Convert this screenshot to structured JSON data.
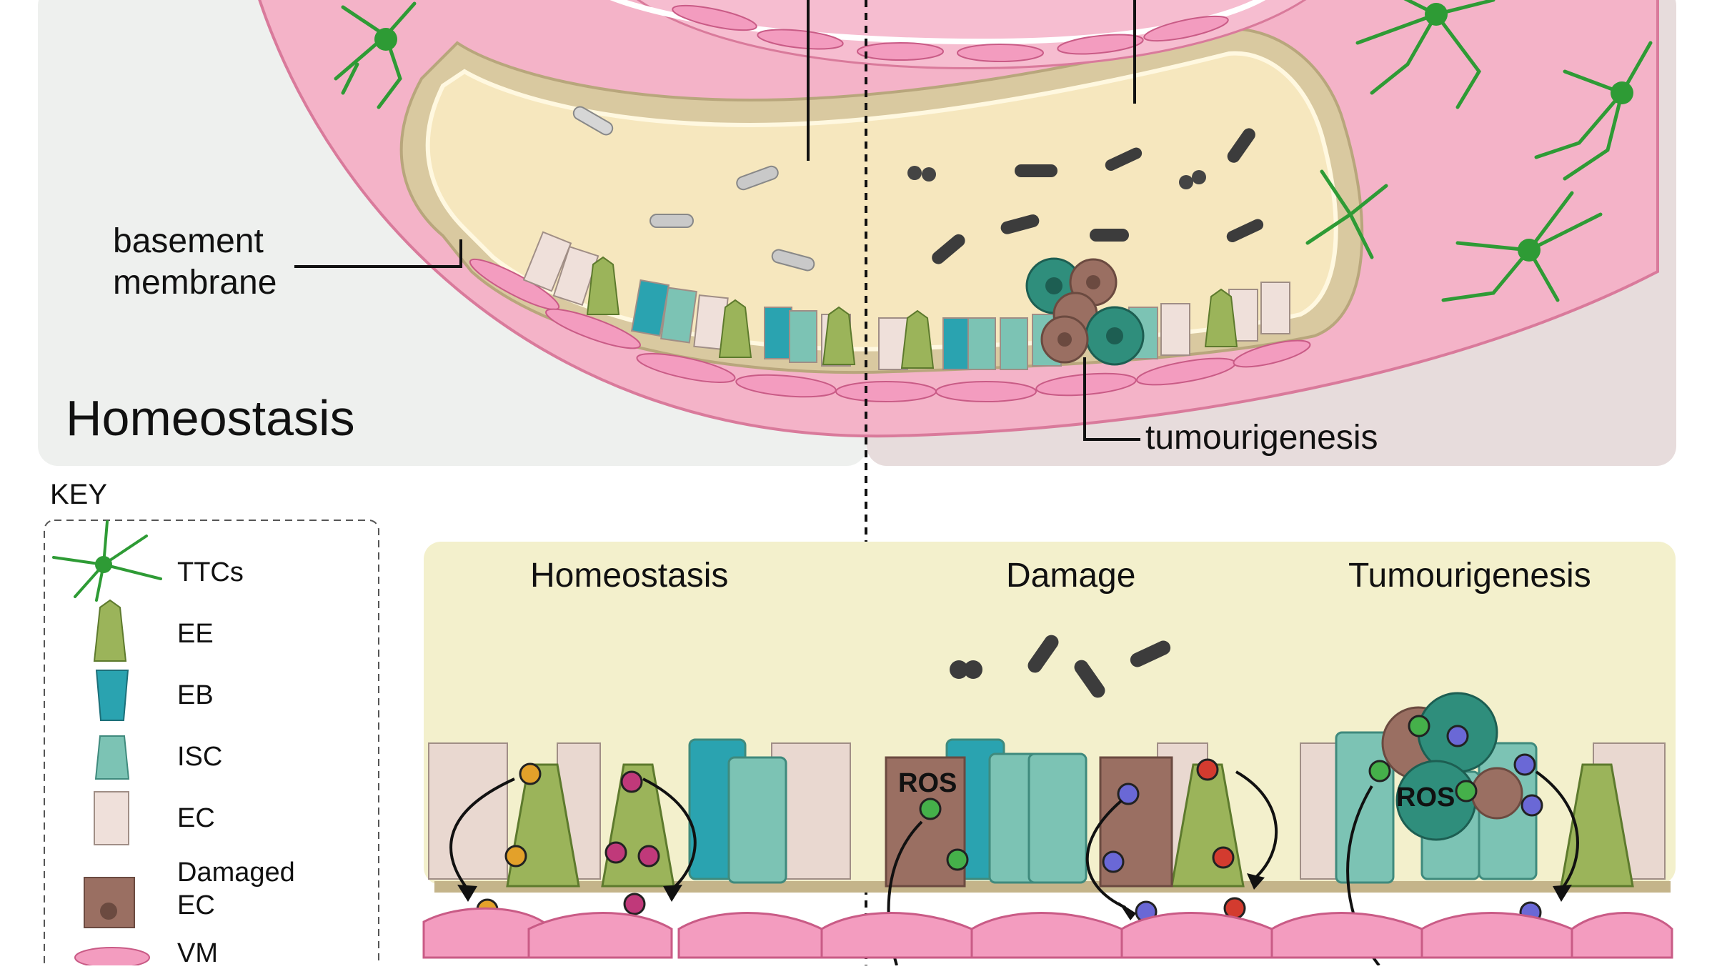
{
  "labels": {
    "basement_membrane_line1": "basement",
    "basement_membrane_line2": "membrane",
    "homeostasis_main": "Homeostasis",
    "tumourigenesis_callout": "tumourigenesis",
    "panel_homeostasis": "Homeostasis",
    "panel_damage": "Damage",
    "panel_tumourigenesis": "Tumourigenesis",
    "ros_damage": "ROS",
    "ros_tumour": "ROS"
  },
  "key": {
    "title": "KEY",
    "items": [
      {
        "label": "TTCs",
        "icon": "ttc-neuron-icon"
      },
      {
        "label": "EE",
        "icon": "enteroendocrine-cell-icon"
      },
      {
        "label": "EB",
        "icon": "enteroblast-cell-icon"
      },
      {
        "label": "ISC",
        "icon": "stem-cell-icon"
      },
      {
        "label": "EC",
        "icon": "enterocyte-cell-icon"
      },
      {
        "label_line1": "Damaged",
        "label_line2": "EC",
        "icon": "damaged-ec-icon"
      },
      {
        "label": "VM",
        "icon": "visceral-muscle-icon"
      }
    ]
  },
  "colors": {
    "homeostasis_bg": "#eef0ee",
    "disease_bg": "#e7dcdc",
    "panel_bg": "#f3f0cc",
    "muscle_pink": "#f2a9c2",
    "lumen": "#f6e6bd",
    "neuron_green": "#2e9b35",
    "ee_green": "#9bb45a",
    "eb_teal": "#2aa3b0",
    "isc_teal": "#7cc3b4",
    "ec_beige": "#e9d8d0",
    "damaged_brown": "#9a6f62",
    "tumour_teal": "#2f8e7c",
    "dot_orange": "#e3a12a",
    "dot_magenta": "#c0397a",
    "dot_green": "#45b04a",
    "dot_blue": "#6a68d6",
    "dot_red": "#d33b2f"
  }
}
